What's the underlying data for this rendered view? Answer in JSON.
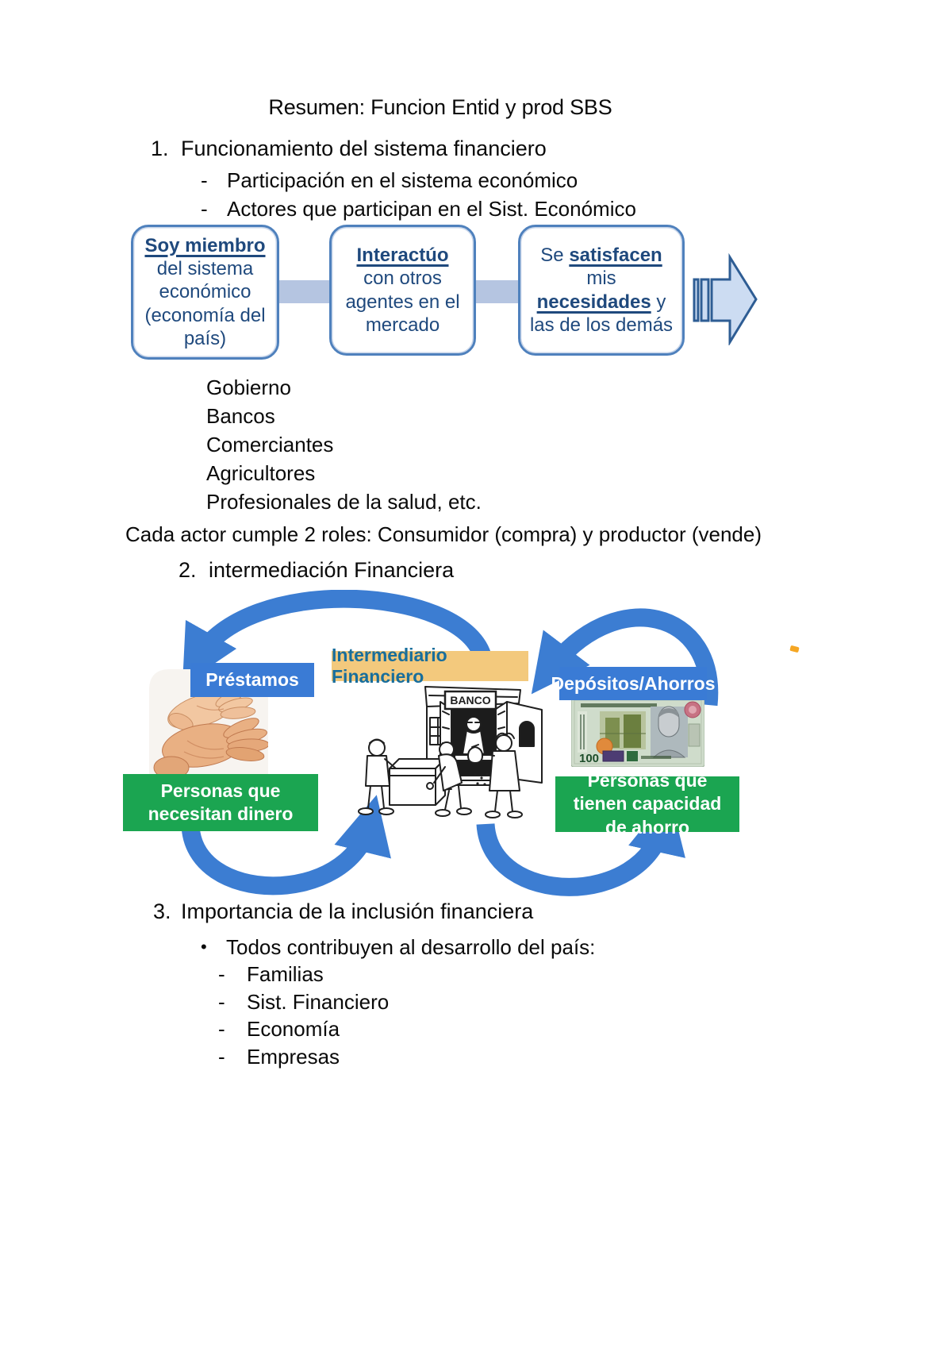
{
  "document": {
    "title": "Resumen: Funcion Entid y prod SBS"
  },
  "markers": {
    "dash": "-",
    "bullet": "•"
  },
  "section1": {
    "number": "1.",
    "heading": "Funcionamiento del sistema financiero",
    "sub_bullets": [
      "Participación en el sistema económico",
      "Actores que participan en el Sist. Económico"
    ],
    "flow_boxes": {
      "box1": {
        "emphasis": "Soy miembro",
        "rest": "del sistema económico (economía del país)"
      },
      "box2": {
        "emphasis": "Interactúo",
        "rest": "con otros agentes en el mercado"
      },
      "box3": {
        "pre": "Se",
        "emphasis1": "satisfacen",
        "mid": "mis",
        "emphasis2": "necesidades",
        "post": "y las de los demás"
      }
    },
    "actors": [
      "Gobierno",
      "Bancos",
      "Comerciantes",
      "Agricultores",
      "Profesionales de la salud, etc."
    ],
    "note": "Cada actor cumple 2 roles: Consumidor (compra) y productor (vende)"
  },
  "section2": {
    "number": "2.",
    "heading": "intermediación Financiera",
    "diagram": {
      "label_prestamos": "Préstamos",
      "label_intermediario": "Intermediario Financiero",
      "label_depositos": "Depósitos/Ahorros",
      "label_necesitan": "Personas que necesitan dinero",
      "label_ahorro": "Personas que tienen capacidad de ahorro",
      "bank_sign": "BANCO",
      "banknote_value": "100"
    }
  },
  "section3": {
    "number": "3.",
    "heading": "Importancia de la inclusión financiera",
    "bullet": "Todos contribuyen al desarrollo del país:",
    "items": [
      "Familias",
      "Sist. Financiero",
      "Economía",
      "Empresas"
    ]
  },
  "colors": {
    "accent_blue": "#3c7dd2",
    "flow_border_blue": "#4f81bd",
    "flow_text_blue": "#1f497d",
    "connector_blue": "#b5c5e1",
    "block_arrow_fill": "#ccdcf2",
    "block_arrow_border": "#2e5d94",
    "label_blue_bg": "#3a7bd5",
    "label_orange_bg": "#f3c97d",
    "label_orange_text": "#186e9c",
    "green_bg": "#1ba551"
  }
}
